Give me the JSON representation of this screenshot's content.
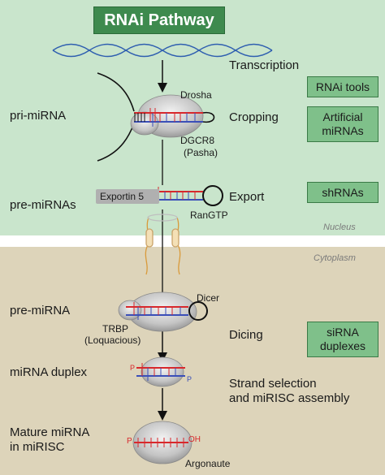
{
  "title": "RNAi Pathway",
  "compartments": {
    "nucleus": "Nucleus",
    "cytoplasm": "Cytoplasm"
  },
  "stages": {
    "pri_mirna": "pri-miRNA",
    "pre_mirnas": "pre-miRNAs",
    "pre_mirna": "pre-miRNA",
    "mirna_duplex": "miRNA duplex",
    "mature_line1": "Mature miRNA",
    "mature_line2": "in miRISC"
  },
  "steps": {
    "transcription": "Transcription",
    "cropping": "Cropping",
    "export": "Export",
    "dicing": "Dicing",
    "strand_line1": "Strand selection",
    "strand_line2": "and miRISC assembly"
  },
  "proteins": {
    "drosha": "Drosha",
    "dgcr8_line1": "DGCR8",
    "dgcr8_line2": "(Pasha)",
    "exportin": "Exportin 5",
    "rangtp": "RanGTP",
    "dicer": "Dicer",
    "trbp_line1": "TRBP",
    "trbp_line2": "(Loquacious)",
    "argonaute": "Argonaute"
  },
  "ends": {
    "p5": "P",
    "p3": "P",
    "p_mature": "P",
    "oh": "OH"
  },
  "tools": {
    "rnai_tools": "RNAi tools",
    "artificial_line1": "Artificial",
    "artificial_line2": "miRNAs",
    "shrnas": "shRNAs",
    "sirna_line1": "siRNA",
    "sirna_line2": "duplexes"
  },
  "colors": {
    "nucleus_bg": "#c9e5cc",
    "cytoplasm_bg": "#ddd4ba",
    "title_bg": "#3e8a4e",
    "tool_box_bg": "#7fc08a",
    "rna_red": "#d8282c",
    "rna_blue": "#3b4fb8",
    "dna_blue": "#2f5fb0",
    "pore_orange": "#d99a3a"
  }
}
